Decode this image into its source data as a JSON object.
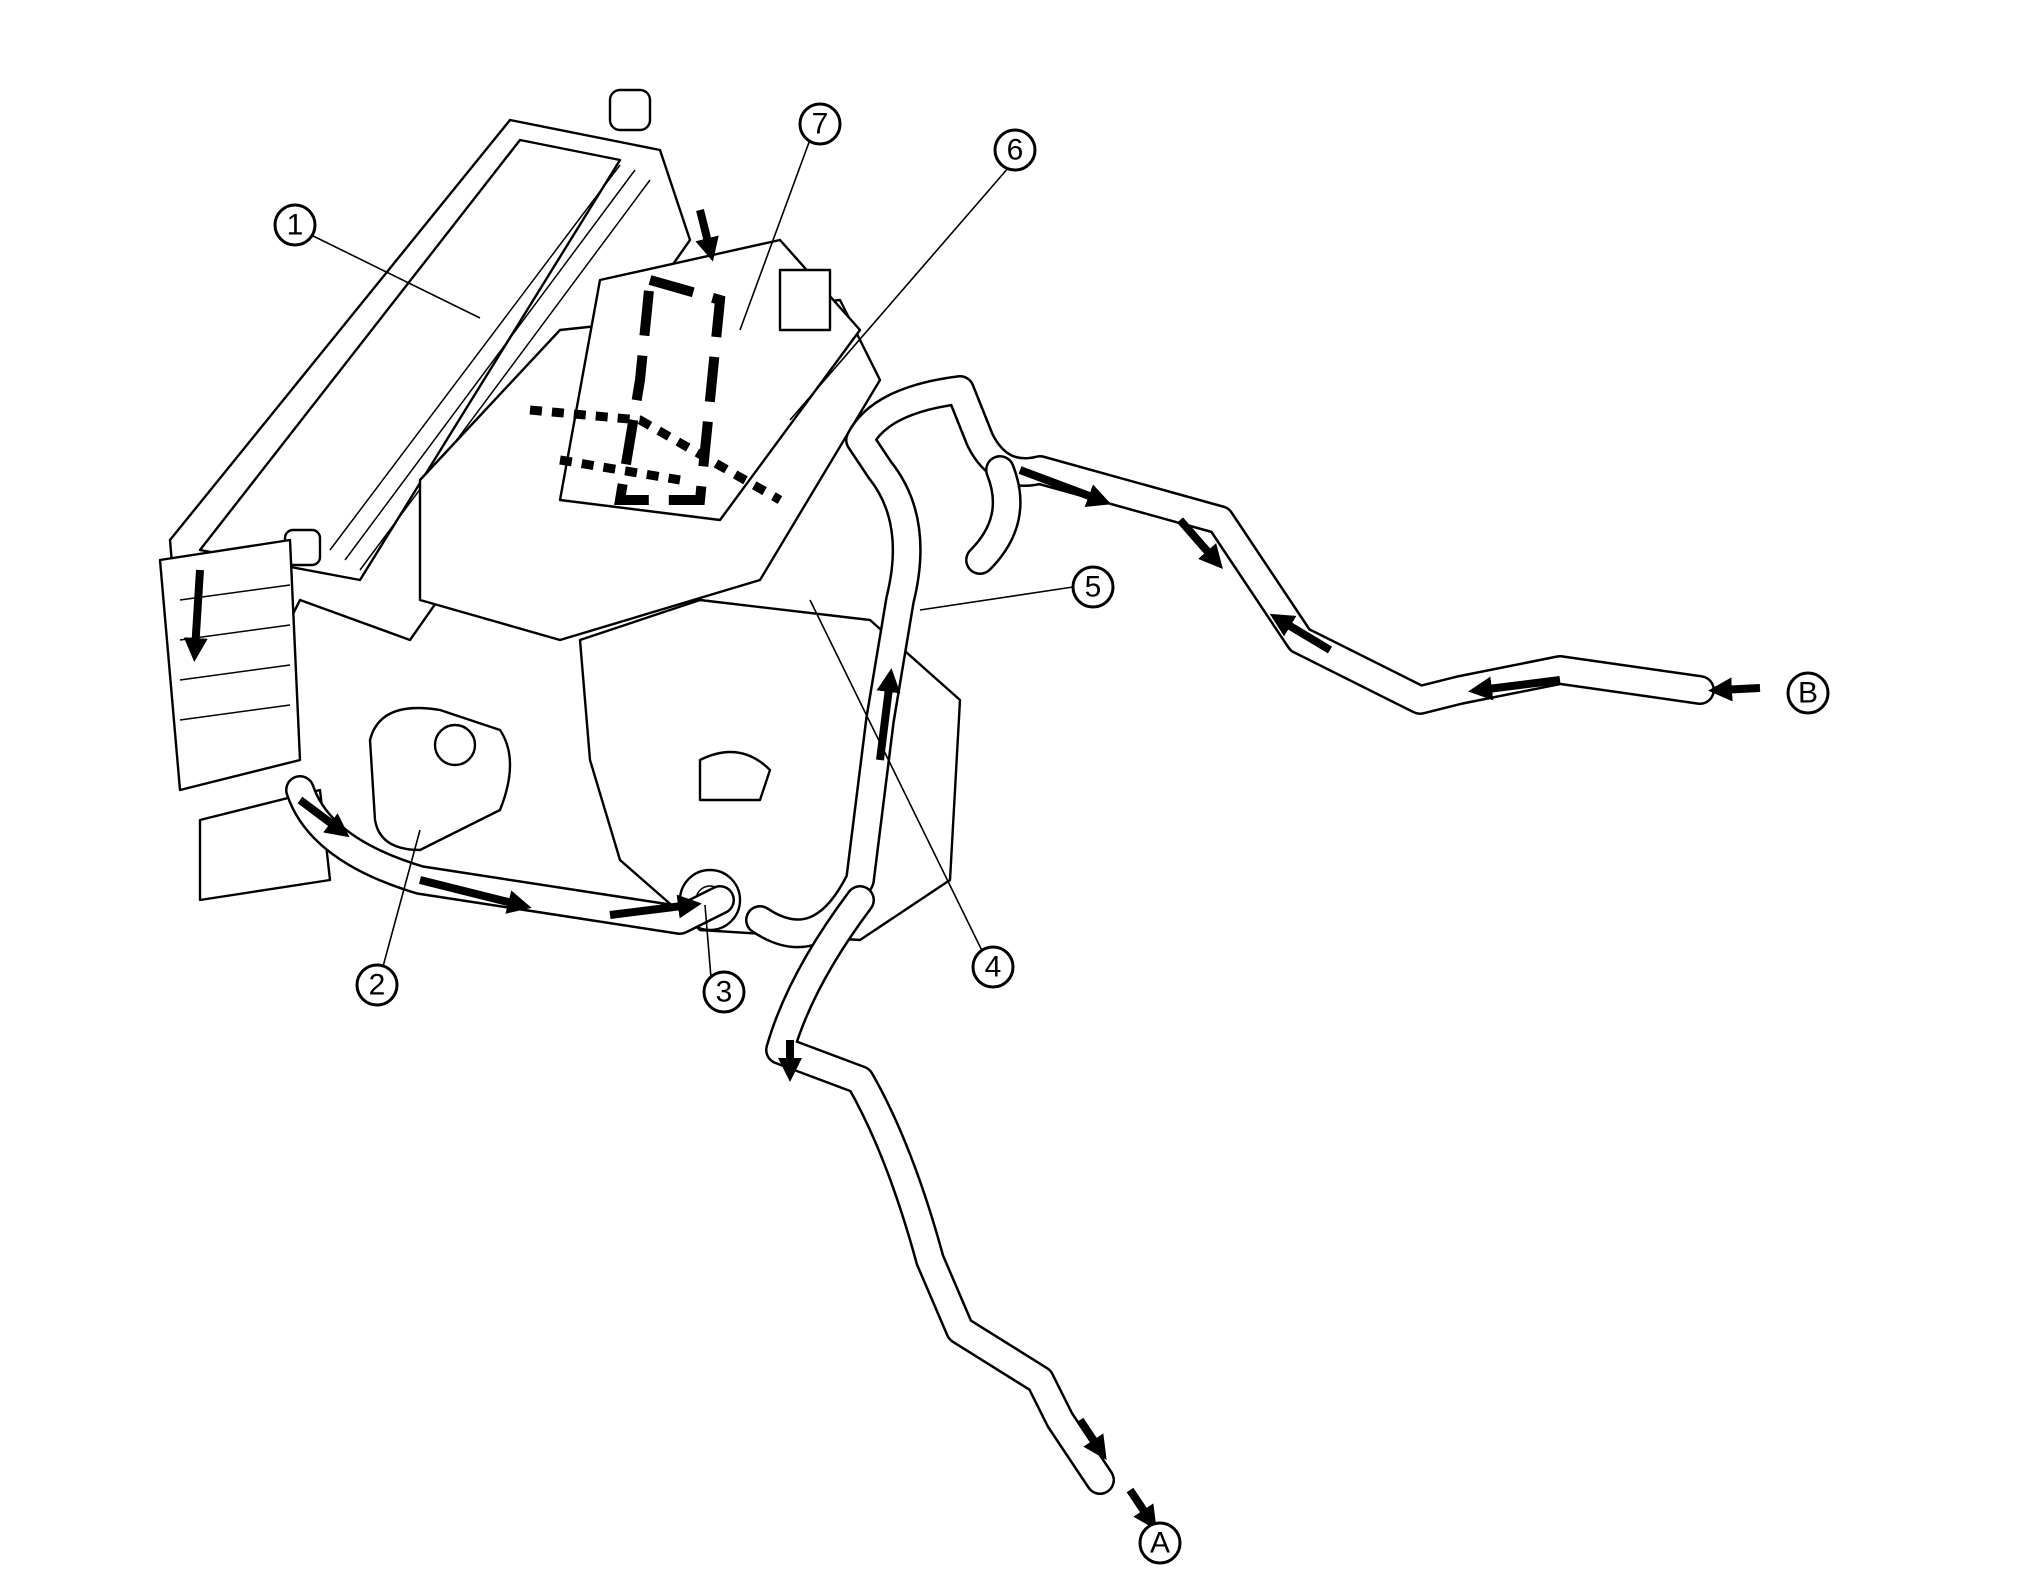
{
  "colors": {
    "line": "#000000",
    "background": "#ffffff"
  },
  "callouts": [
    {
      "id": "1",
      "label": "1"
    },
    {
      "id": "2",
      "label": "2"
    },
    {
      "id": "3",
      "label": "3"
    },
    {
      "id": "4",
      "label": "4"
    },
    {
      "id": "5",
      "label": "5"
    },
    {
      "id": "6",
      "label": "6"
    },
    {
      "id": "7",
      "label": "7"
    },
    {
      "id": "A",
      "label": "A"
    },
    {
      "id": "B",
      "label": "B"
    }
  ]
}
